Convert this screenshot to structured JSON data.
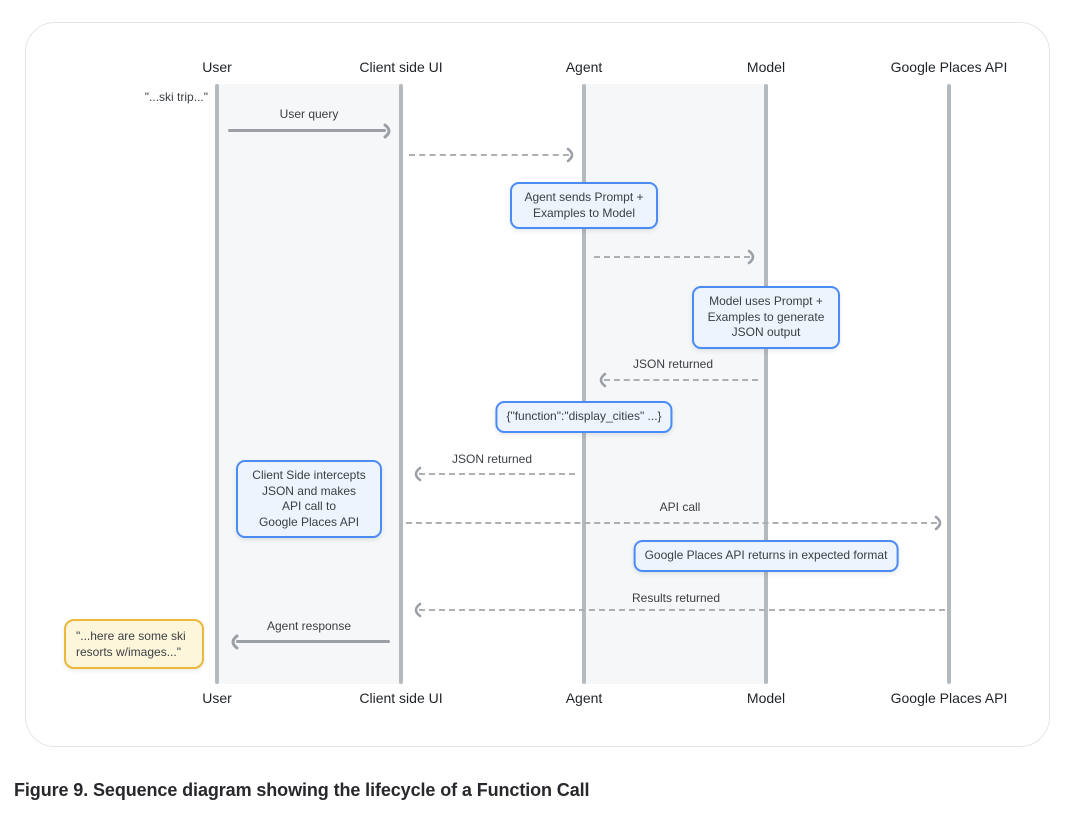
{
  "caption": "Figure 9. Sequence diagram showing the lifecycle of a Function Call",
  "actors": [
    "User",
    "Client side UI",
    "Agent",
    "Model",
    "Google Places API"
  ],
  "quotes": {
    "ski_trip": "\"...ski trip...\"",
    "ski_resorts": "\"...here are some ski\nresorts w/images...\""
  },
  "messages": {
    "user_query": "User query",
    "json_returned_to_agent": "JSON returned",
    "json_returned_to_client": "JSON returned",
    "api_call": "API call",
    "results_returned": "Results returned",
    "agent_response": "Agent response"
  },
  "notes": {
    "agent_sends": "Agent sends Prompt +\nExamples to Model",
    "model_uses": "Model uses Prompt +\nExamples to generate\nJSON output",
    "function_json": "{\"function\":\"display_cities\" ...}",
    "client_intercepts": "Client Side intercepts\nJSON and makes\nAPI call to\nGoogle Places API",
    "places_returns": "Google Places API returns in expected format"
  },
  "colors": {
    "note_border": "#4a8bf5",
    "note_fill": "#edf4fe",
    "quote_border": "#ecb73d",
    "quote_fill": "#fdf6da",
    "lifeline": "#b4b9be",
    "arrow": "#9aa0a6",
    "band": "#f5f7f8"
  }
}
